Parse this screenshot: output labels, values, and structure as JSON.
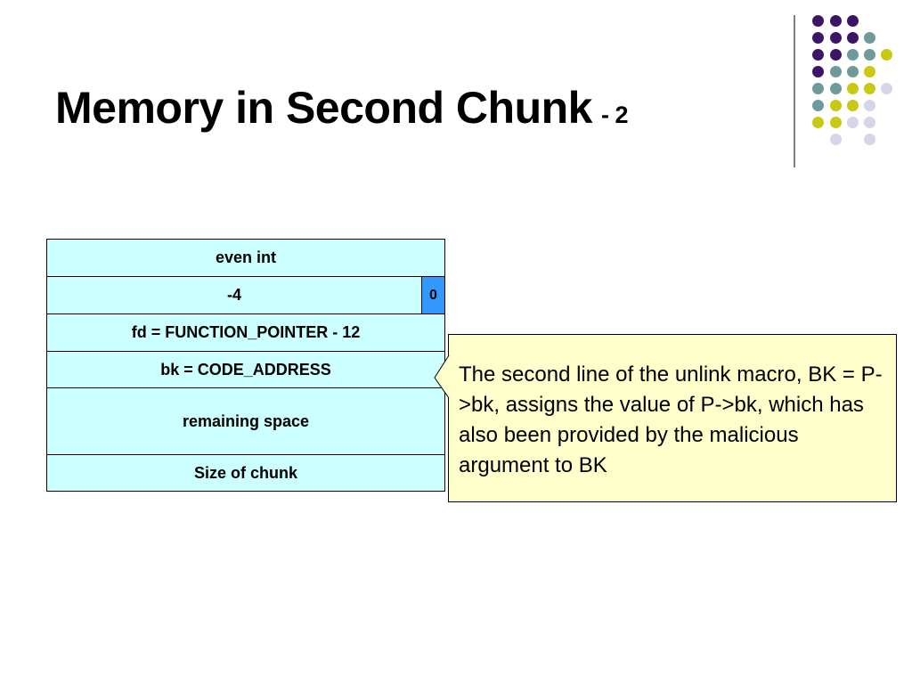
{
  "title": "Memory in Second Chunk",
  "subtitle": "- 2",
  "memory_rows": [
    {
      "label": "even int"
    },
    {
      "label": "-4",
      "flag": "0"
    },
    {
      "label": "fd = FUNCTION_POINTER - 12"
    },
    {
      "label": "bk = CODE_ADDRESS"
    },
    {
      "label": "remaining space"
    },
    {
      "label": "Size of chunk"
    }
  ],
  "callout_text": "The second line of the unlink macro, BK = P->bk, assigns the value of P->bk, which has also been provided by the malicious argument to BK",
  "colors": {
    "cell_fill": "#ccffff",
    "flag_fill": "#3399ff",
    "callout_fill": "#ffffcc",
    "dot_purple": "#3d1566",
    "dot_teal": "#6e9a9a",
    "dot_yellow": "#c9c914",
    "dot_lavender": "#d6d6e8"
  }
}
